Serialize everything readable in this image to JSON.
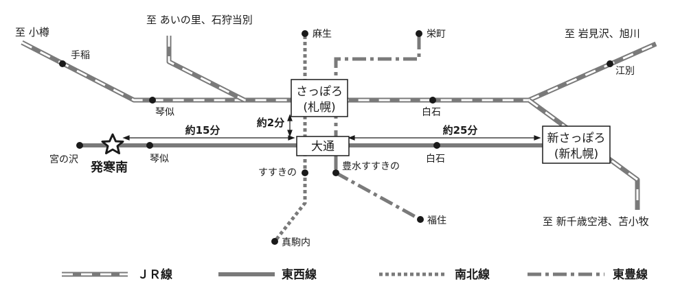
{
  "destinations": {
    "otaru": "至 小樽",
    "ainosato": "至 あいの里、石狩当別",
    "iwamizawa": "至 岩見沢、旭川",
    "chitose": "至 新千歳空港、苫小牧"
  },
  "stations": {
    "teine": "手稲",
    "kotoni_jr": "琴似",
    "sapporo_line1": "さっぽろ",
    "sapporo_line2": "(札幌)",
    "shiroishi_jr": "白石",
    "asabu": "麻生",
    "sakaemachi": "栄町",
    "ebetsu": "江別",
    "miyanosawa": "宮の沢",
    "hassamu_minami": "発寒南",
    "kotoni_sub": "琴似",
    "odori": "大通",
    "shin_sapporo_line1": "新さっぽろ",
    "shin_sapporo_line2": "(新札幌)",
    "shiroishi_sub": "白石",
    "susukino": "すすきの",
    "hosui_susukino": "豊水すすきの",
    "fukuzumi": "福住",
    "makomanai": "真駒内"
  },
  "times": {
    "to_odori": "約15分",
    "odori_sapporo": "約2分",
    "to_shin_sapporo": "約25分"
  },
  "legend": {
    "jr": "ＪＲ線",
    "tozai": "東西線",
    "namboku": "南北線",
    "toho": "東豊線"
  },
  "colors": {
    "line_gray": "#7a7a7a",
    "text": "#1a1a1a"
  }
}
